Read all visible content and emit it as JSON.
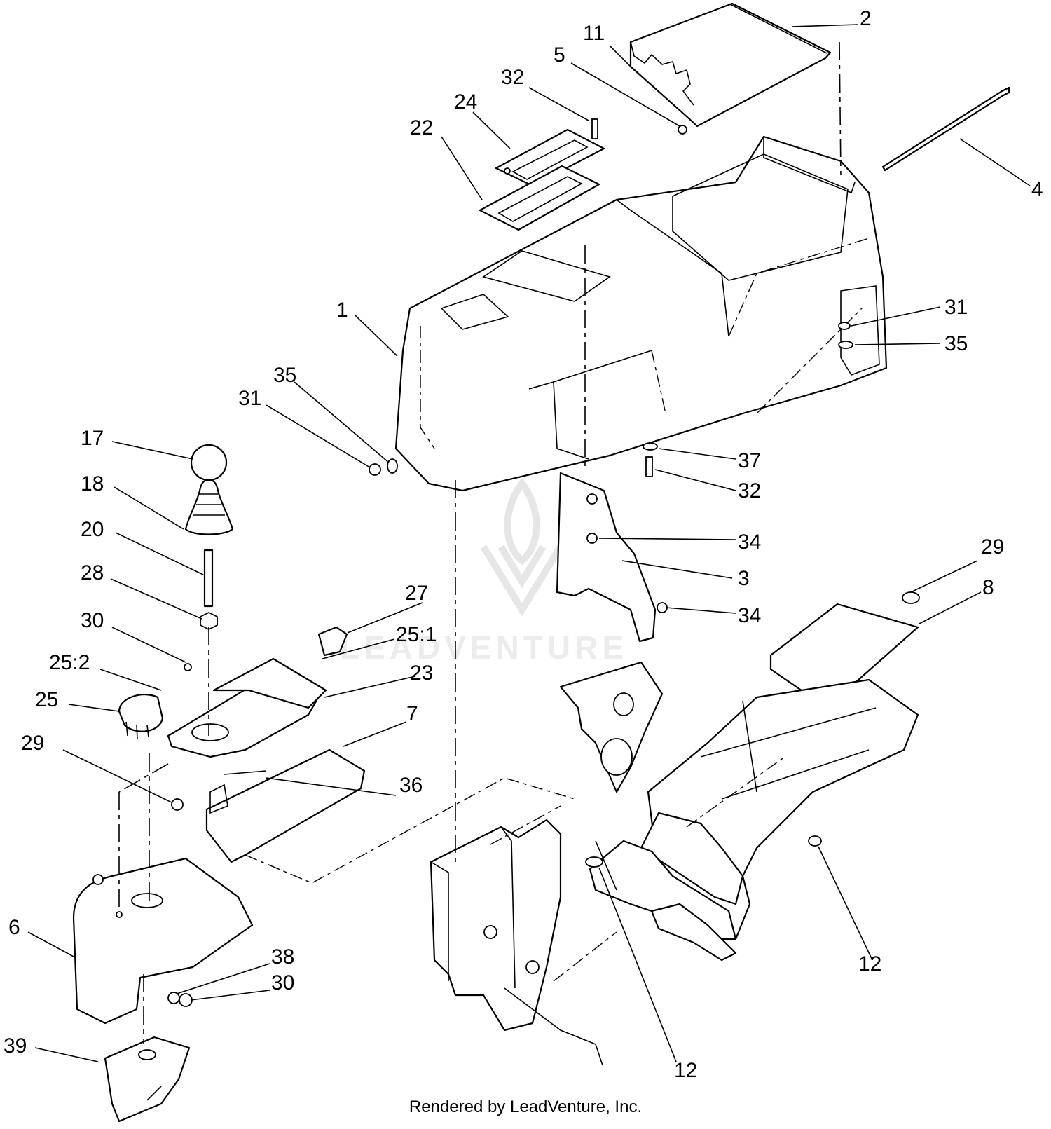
{
  "watermark": {
    "text": "LEADVENTURE"
  },
  "footer": {
    "text": "Rendered by LeadVenture, Inc."
  },
  "callouts": [
    {
      "id": "c-2",
      "label": "2"
    },
    {
      "id": "c-11",
      "label": "11"
    },
    {
      "id": "c-5",
      "label": "5"
    },
    {
      "id": "c-32a",
      "label": "32"
    },
    {
      "id": "c-24",
      "label": "24"
    },
    {
      "id": "c-22",
      "label": "22"
    },
    {
      "id": "c-4",
      "label": "4"
    },
    {
      "id": "c-1",
      "label": "1"
    },
    {
      "id": "c-31a",
      "label": "31"
    },
    {
      "id": "c-35a",
      "label": "35"
    },
    {
      "id": "c-35b",
      "label": "35"
    },
    {
      "id": "c-31b",
      "label": "31"
    },
    {
      "id": "c-17",
      "label": "17"
    },
    {
      "id": "c-37",
      "label": "37"
    },
    {
      "id": "c-32b",
      "label": "32"
    },
    {
      "id": "c-18",
      "label": "18"
    },
    {
      "id": "c-20",
      "label": "20"
    },
    {
      "id": "c-34a",
      "label": "34"
    },
    {
      "id": "c-29a",
      "label": "29"
    },
    {
      "id": "c-28",
      "label": "28"
    },
    {
      "id": "c-3",
      "label": "3"
    },
    {
      "id": "c-8",
      "label": "8"
    },
    {
      "id": "c-27",
      "label": "27"
    },
    {
      "id": "c-34b",
      "label": "34"
    },
    {
      "id": "c-30a",
      "label": "30"
    },
    {
      "id": "c-25-1",
      "label": "25:1"
    },
    {
      "id": "c-25-2",
      "label": "25:2"
    },
    {
      "id": "c-23",
      "label": "23"
    },
    {
      "id": "c-25",
      "label": "25"
    },
    {
      "id": "c-7",
      "label": "7"
    },
    {
      "id": "c-29b",
      "label": "29"
    },
    {
      "id": "c-36",
      "label": "36"
    },
    {
      "id": "c-6",
      "label": "6"
    },
    {
      "id": "c-38",
      "label": "38"
    },
    {
      "id": "c-30b",
      "label": "30"
    },
    {
      "id": "c-12a",
      "label": "12"
    },
    {
      "id": "c-39",
      "label": "39"
    },
    {
      "id": "c-12b",
      "label": "12"
    }
  ]
}
